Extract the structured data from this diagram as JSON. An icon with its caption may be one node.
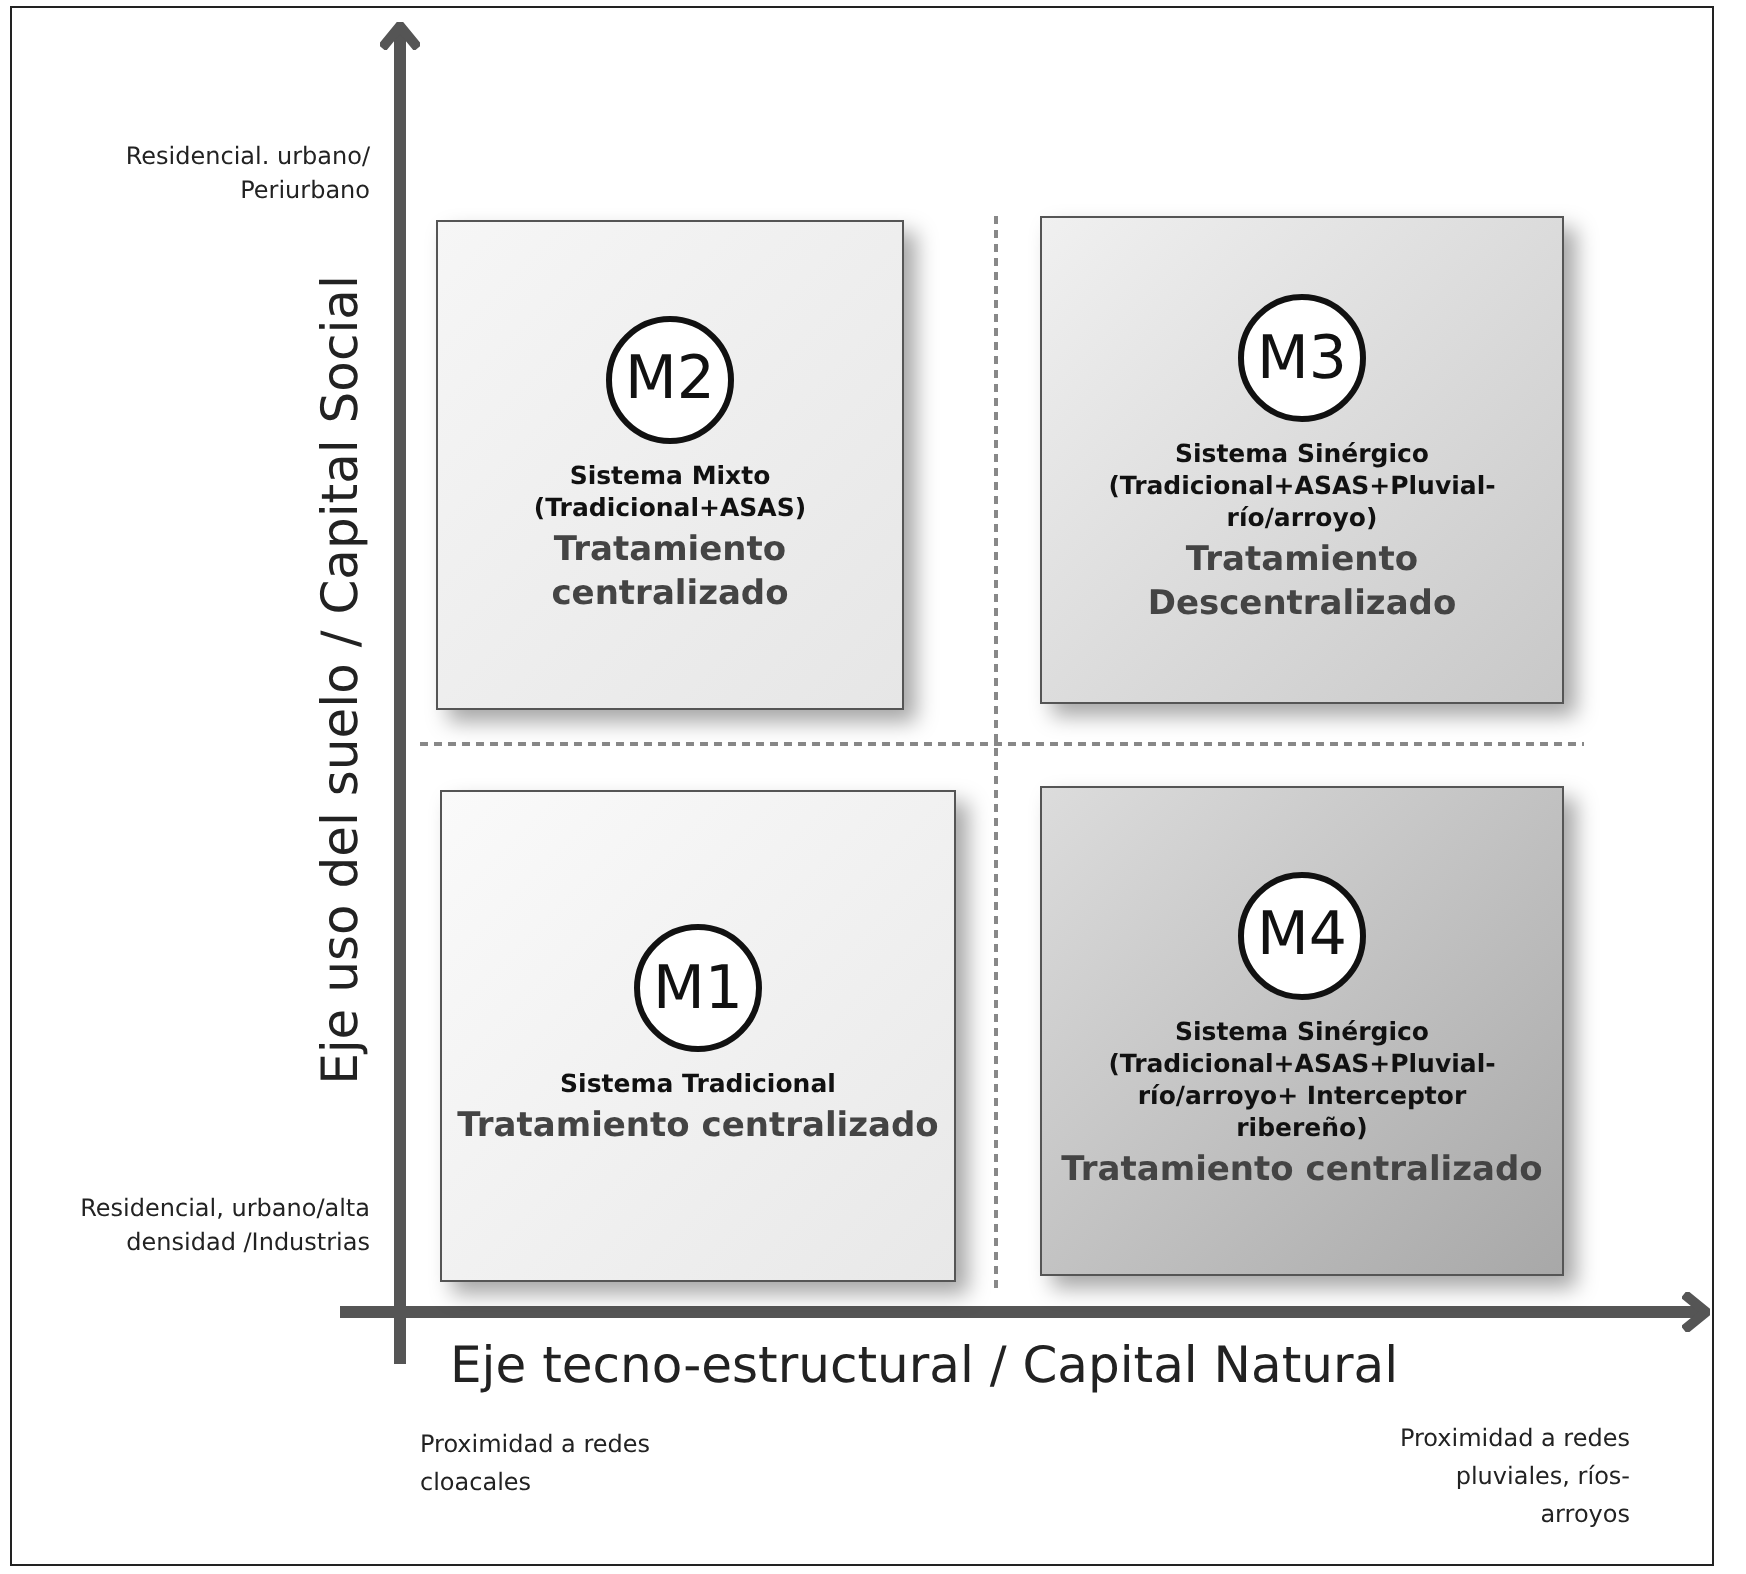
{
  "diagram": {
    "nodes": [
      {
        "text": [
          "M2",
          "Sistema Mixto (Tradicional+ASAS)",
          "Tratamiento centralizado"
        ]
      },
      {
        "text": [
          "M3",
          "Sistema Sinérgico (Tradicional+ASAS+Pluvial-río/arroyo)",
          "Tratamiento Descentralizado"
        ]
      },
      {
        "text": [
          "M1",
          "Sistema Tradicional",
          "Tratamiento centralizado"
        ]
      },
      {
        "text": [
          "M4",
          "Sistema Sinérgico (Tradicional+ASAS+Pluvial-río/arroyo+ Interceptor ribereño)",
          "Tratamiento centralizado"
        ]
      }
    ],
    "edges": [],
    "labels": [
      "Residencial. urbano/ Periurbano",
      "Eje uso del suelo / Capital Social",
      "Residencial, urbano/alta densidad /Industrias",
      "Eje tecno-estructural / Capital Natural",
      "Proximidad a redes cloacales",
      "Proximidad a redes pluviales, ríos-arroyos"
    ]
  }
}
